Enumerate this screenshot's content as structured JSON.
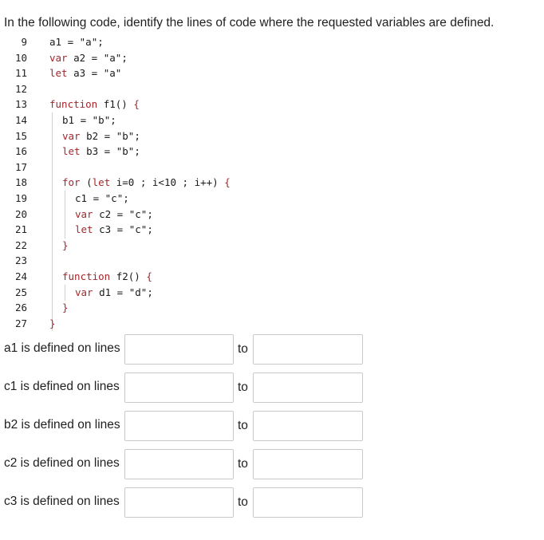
{
  "question": "In the following code, identify the lines of code where the requested variables are defined.",
  "code_lines": [
    {
      "n": "9",
      "indent": 0,
      "parts": [
        [
          "pl",
          "a1 = "
        ],
        [
          "str",
          "\"a\""
        ],
        [
          "pl",
          ";"
        ]
      ]
    },
    {
      "n": "10",
      "indent": 0,
      "parts": [
        [
          "kw",
          "var "
        ],
        [
          "pl",
          "a2 = "
        ],
        [
          "str",
          "\"a\""
        ],
        [
          "pl",
          ";"
        ]
      ]
    },
    {
      "n": "11",
      "indent": 0,
      "parts": [
        [
          "kw",
          "let "
        ],
        [
          "pl",
          "a3 = "
        ],
        [
          "str",
          "\"a\""
        ]
      ]
    },
    {
      "n": "12",
      "indent": 0,
      "parts": []
    },
    {
      "n": "13",
      "indent": 0,
      "parts": [
        [
          "kw",
          "function "
        ],
        [
          "pl",
          "f1() "
        ],
        [
          "kw",
          "{"
        ]
      ]
    },
    {
      "n": "14",
      "indent": 1,
      "parts": [
        [
          "pl",
          "b1 = "
        ],
        [
          "str",
          "\"b\""
        ],
        [
          "pl",
          ";"
        ]
      ]
    },
    {
      "n": "15",
      "indent": 1,
      "parts": [
        [
          "kw",
          "var "
        ],
        [
          "pl",
          "b2 = "
        ],
        [
          "str",
          "\"b\""
        ],
        [
          "pl",
          ";"
        ]
      ]
    },
    {
      "n": "16",
      "indent": 1,
      "parts": [
        [
          "kw",
          "let "
        ],
        [
          "pl",
          "b3 = "
        ],
        [
          "str",
          "\"b\""
        ],
        [
          "pl",
          ";"
        ]
      ]
    },
    {
      "n": "17",
      "indent": 1,
      "parts": []
    },
    {
      "n": "18",
      "indent": 1,
      "parts": [
        [
          "kw",
          "for "
        ],
        [
          "pl",
          "("
        ],
        [
          "kw",
          "let "
        ],
        [
          "pl",
          "i=0 ; i<10 ; i++) "
        ],
        [
          "kw",
          "{"
        ]
      ]
    },
    {
      "n": "19",
      "indent": 2,
      "parts": [
        [
          "pl",
          "c1 = "
        ],
        [
          "str",
          "\"c\""
        ],
        [
          "pl",
          ";"
        ]
      ]
    },
    {
      "n": "20",
      "indent": 2,
      "parts": [
        [
          "kw",
          "var "
        ],
        [
          "pl",
          "c2 = "
        ],
        [
          "str",
          "\"c\""
        ],
        [
          "pl",
          ";"
        ]
      ]
    },
    {
      "n": "21",
      "indent": 2,
      "parts": [
        [
          "kw",
          "let "
        ],
        [
          "pl",
          "c3 = "
        ],
        [
          "str",
          "\"c\""
        ],
        [
          "pl",
          ";"
        ]
      ]
    },
    {
      "n": "22",
      "indent": 1,
      "parts": [
        [
          "kw",
          "}"
        ]
      ]
    },
    {
      "n": "23",
      "indent": 1,
      "parts": []
    },
    {
      "n": "24",
      "indent": 1,
      "parts": [
        [
          "kw",
          "function "
        ],
        [
          "pl",
          "f2() "
        ],
        [
          "kw",
          "{"
        ]
      ]
    },
    {
      "n": "25",
      "indent": 2,
      "parts": [
        [
          "kw",
          "var "
        ],
        [
          "pl",
          "d1 = "
        ],
        [
          "str",
          "\"d\""
        ],
        [
          "pl",
          ";"
        ]
      ]
    },
    {
      "n": "26",
      "indent": 1,
      "parts": [
        [
          "kw",
          "}"
        ]
      ]
    },
    {
      "n": "27",
      "indent": 0,
      "parts": [
        [
          "kw",
          "}"
        ]
      ]
    }
  ],
  "answers": [
    {
      "label": "a1 is defined on lines",
      "to": "to",
      "from_value": "",
      "to_value": ""
    },
    {
      "label": "c1 is defined on lines",
      "to": "to",
      "from_value": "",
      "to_value": ""
    },
    {
      "label": "b2 is defined on lines",
      "to": "to",
      "from_value": "",
      "to_value": ""
    },
    {
      "label": "c2 is defined on lines",
      "to": "to",
      "from_value": "",
      "to_value": ""
    },
    {
      "label": "c3 is defined on lines",
      "to": "to",
      "from_value": "",
      "to_value": ""
    }
  ]
}
